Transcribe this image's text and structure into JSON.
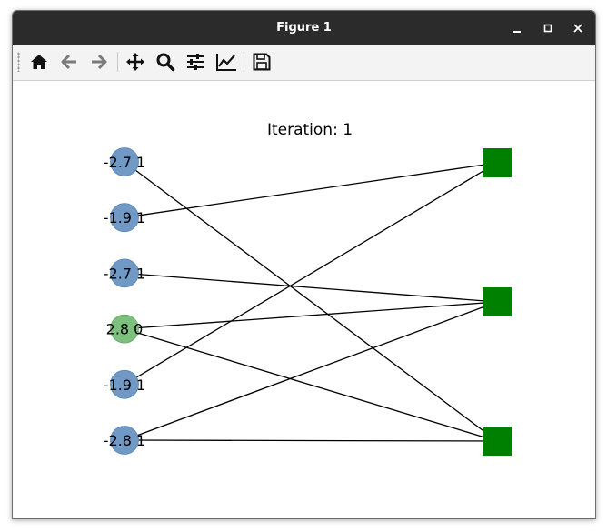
{
  "window": {
    "title": "Figure 1",
    "controls": [
      "minimize-icon",
      "maximize-icon",
      "close-icon"
    ]
  },
  "toolbar": {
    "buttons": [
      {
        "name": "home-button",
        "icon": "home-icon"
      },
      {
        "name": "back-button",
        "icon": "arrow-left-icon"
      },
      {
        "name": "forward-button",
        "icon": "arrow-right-icon"
      },
      {
        "name": "pan-button",
        "icon": "move-icon"
      },
      {
        "name": "zoom-button",
        "icon": "magnifier-icon"
      },
      {
        "name": "configure-subplots-button",
        "icon": "sliders-icon"
      },
      {
        "name": "edit-axis-button",
        "icon": "line-chart-icon"
      },
      {
        "name": "save-button",
        "icon": "floppy-disk-icon"
      }
    ]
  },
  "plot": {
    "title": "Iteration: 1",
    "colors": {
      "blue_node": "#7099c6",
      "green_node": "#7dbf7d",
      "square_node": "#008000",
      "edge": "#000000"
    },
    "left_nodes": [
      {
        "label": "-2.7 1",
        "color": "blue"
      },
      {
        "label": "-1.9 1",
        "color": "blue"
      },
      {
        "label": "-2.7 1",
        "color": "blue"
      },
      {
        "label": "2.8 0",
        "color": "green"
      },
      {
        "label": "-1.9 1",
        "color": "blue"
      },
      {
        "label": "-2.8 1",
        "color": "blue"
      }
    ],
    "right_nodes": [
      {
        "shape": "square",
        "color": "green"
      },
      {
        "shape": "square",
        "color": "green"
      },
      {
        "shape": "square",
        "color": "green"
      }
    ],
    "edges": [
      [
        0,
        2
      ],
      [
        1,
        0
      ],
      [
        2,
        1
      ],
      [
        3,
        1
      ],
      [
        3,
        2
      ],
      [
        4,
        0
      ],
      [
        5,
        1
      ],
      [
        5,
        2
      ]
    ]
  }
}
